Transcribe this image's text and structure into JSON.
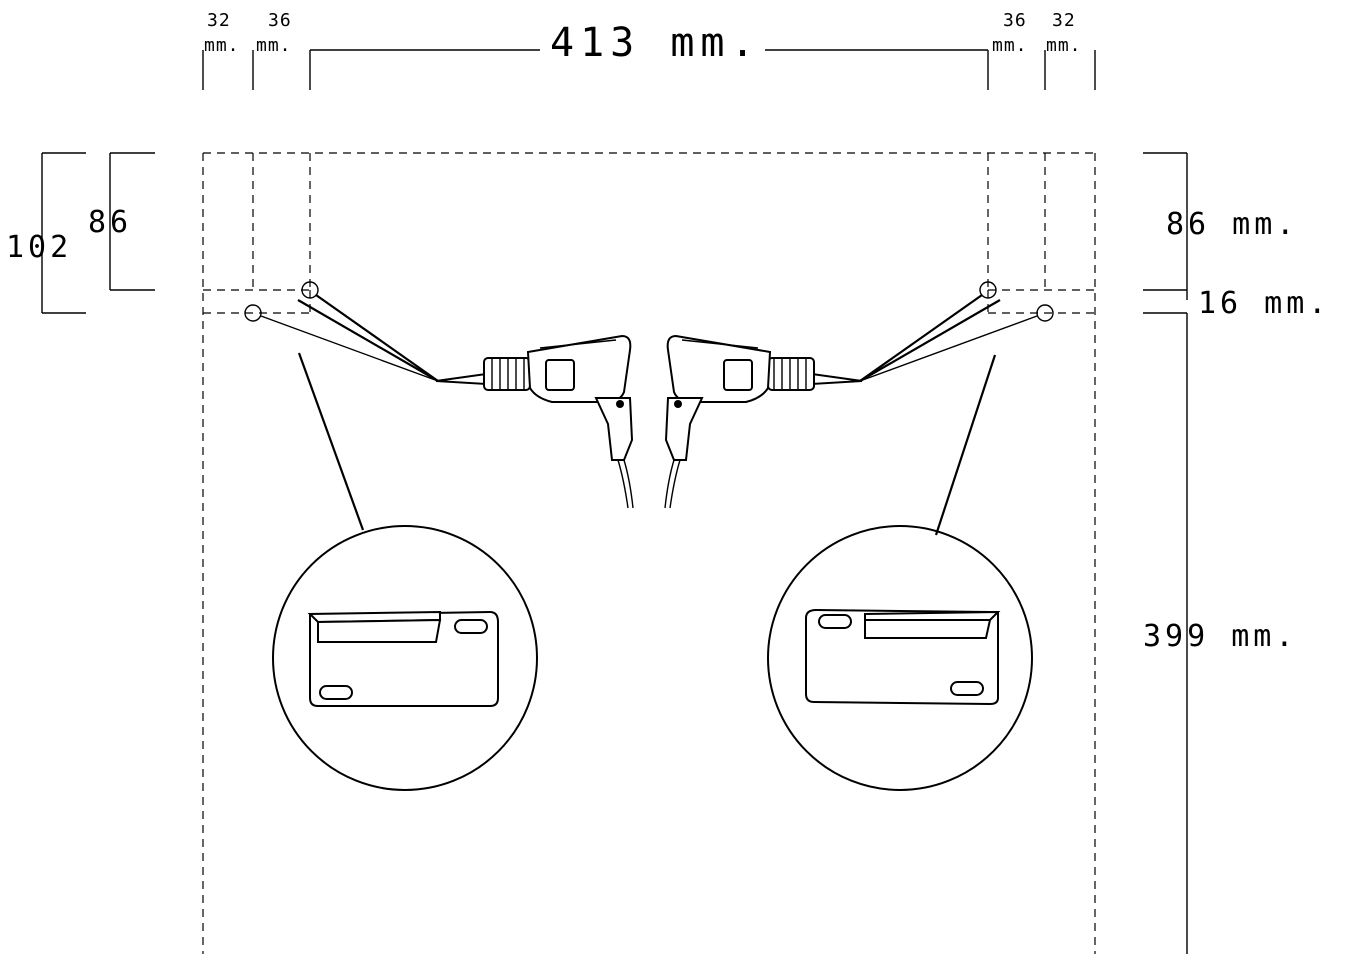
{
  "dimensions": {
    "top_width": "413 mm.",
    "left_offset_a_value": "32",
    "left_offset_a_unit": "mm.",
    "left_offset_b_value": "36",
    "left_offset_b_unit": "mm.",
    "right_offset_b_value": "36",
    "right_offset_b_unit": "mm.",
    "right_offset_a_value": "32",
    "right_offset_a_unit": "mm.",
    "left_height_outer": "102",
    "left_height_inner": "86",
    "right_height_upper": "86 mm.",
    "right_gap": "16 mm.",
    "right_height_lower": "399 mm."
  },
  "icons": [
    "drill-icon-left",
    "drill-icon-right",
    "mounting-bracket-left",
    "mounting-bracket-right"
  ]
}
